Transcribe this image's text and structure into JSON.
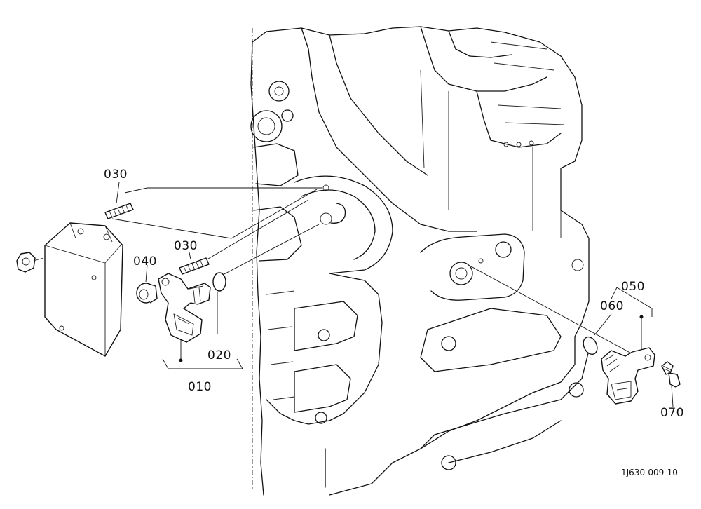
{
  "diagram": {
    "drawing_code": "1J630-009-10",
    "callouts": {
      "c010": "010",
      "c020": "020",
      "c030a": "030",
      "c030b": "030",
      "c040": "040",
      "c050": "050",
      "c060": "060",
      "c070": "070"
    }
  }
}
